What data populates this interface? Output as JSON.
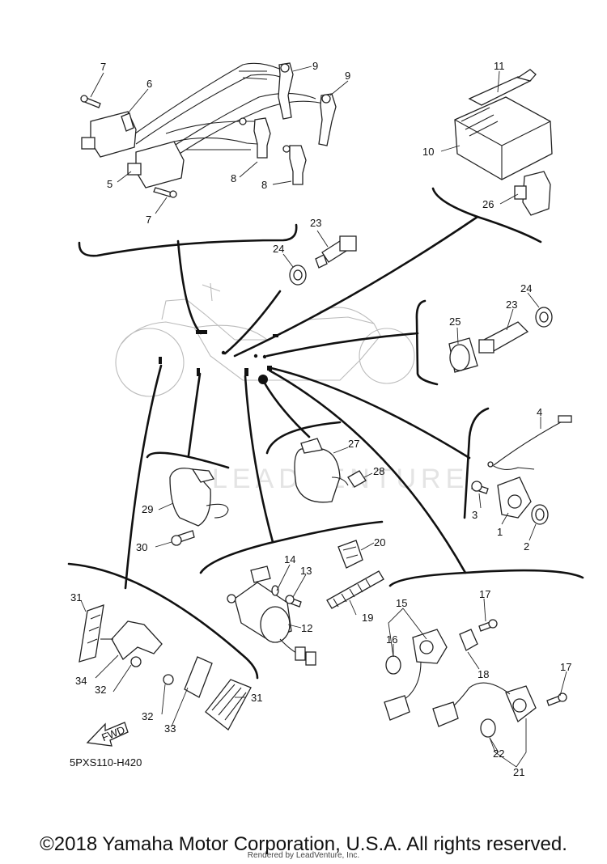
{
  "diagram": {
    "drawing_code": "5PXS110-H420",
    "fwd_label": "FWD",
    "watermark": "LEADVENTURE",
    "callouts": {
      "c1": "1",
      "c2": "2",
      "c3": "3",
      "c4": "4",
      "c5": "5",
      "c6": "6",
      "c7a": "7",
      "c7b": "7",
      "c8a": "8",
      "c8b": "8",
      "c9a": "9",
      "c9b": "9",
      "c10": "10",
      "c11": "11",
      "c12": "12",
      "c13": "13",
      "c14": "14",
      "c15": "15",
      "c16": "16",
      "c17a": "17",
      "c17b": "17",
      "c18": "18",
      "c19": "19",
      "c20": "20",
      "c21": "21",
      "c22": "22",
      "c23a": "23",
      "c23b": "23",
      "c24a": "24",
      "c24b": "24",
      "c25": "25",
      "c26": "26",
      "c27": "27",
      "c28": "28",
      "c29": "29",
      "c30": "30",
      "c31a": "31",
      "c31b": "31",
      "c32a": "32",
      "c32b": "32",
      "c33": "33",
      "c34": "34"
    }
  },
  "footer": {
    "copyright": "©2018 Yamaha Motor Corporation, U.S.A. All rights reserved.",
    "rendered_by": "Rendered by LeadVenture, Inc."
  }
}
